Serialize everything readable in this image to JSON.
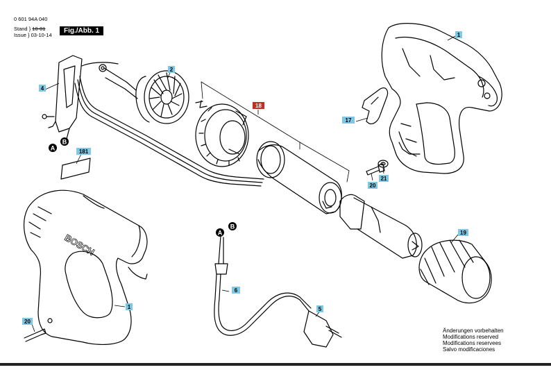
{
  "header": {
    "doc_number": "0 601 94A 040",
    "stand_label": "Stand",
    "stand_value": "10-01",
    "issue_label": "Issue",
    "issue_value": "03-10-14",
    "figure_label": "Fig./Abb. 1"
  },
  "brand": "BOSCH",
  "connectors": [
    "A",
    "B"
  ],
  "callouts": [
    "1",
    "2",
    "4",
    "17",
    "18",
    "181",
    "20",
    "21",
    "19",
    "6",
    "5",
    "20",
    "1"
  ],
  "callout_colors": {
    "normal": "#7ec8e3",
    "highlight": "#c0311f"
  },
  "notes": [
    "Änderungen vorbehalten",
    "Modifications reserved",
    "Modifications reservees",
    "Salvo modificaciones"
  ]
}
